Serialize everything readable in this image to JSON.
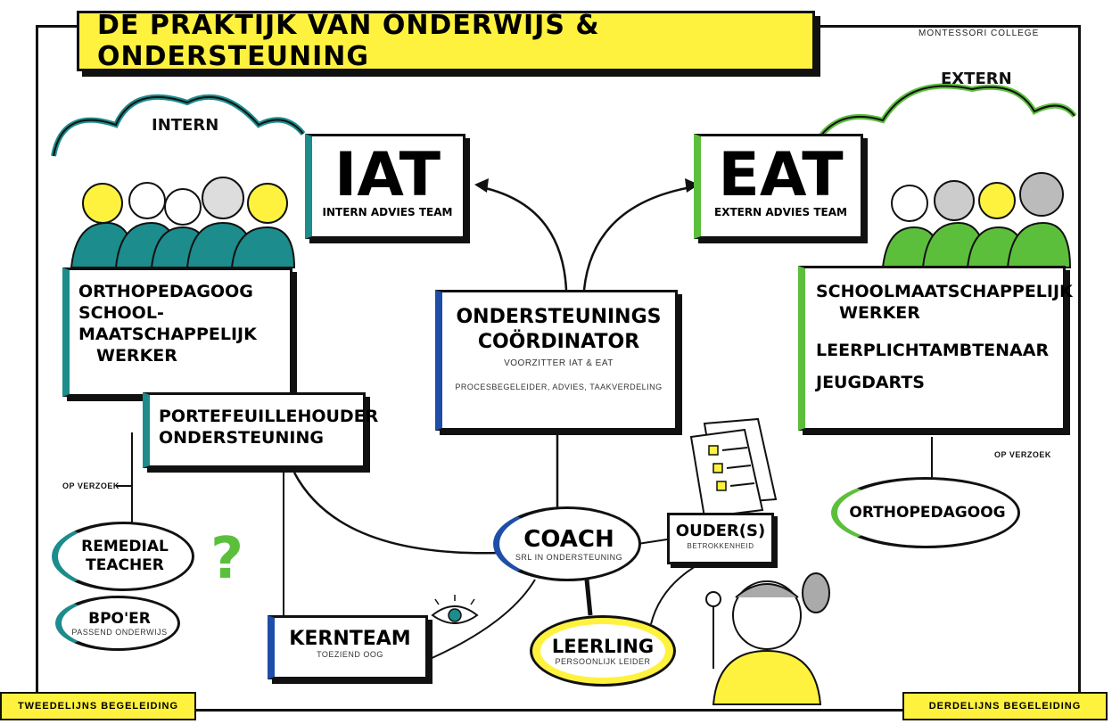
{
  "title": "DE PRAKTIJK VAN ONDERWIJS & ONDERSTEUNING",
  "brand": "MONTESSORI COLLEGE",
  "intern": {
    "label": "INTERN",
    "team_acronym": "IAT",
    "team_name": "INTERN ADVIES TEAM",
    "roles": [
      "ORTHOPEDAGOOG",
      "SCHOOL-",
      "MAATSCHAPPELIJK",
      "WERKER"
    ],
    "portfolio": [
      "PORTEFEUILLEHOUDER",
      "ONDERSTEUNING"
    ],
    "on_request": "OP VERZOEK",
    "remedial": [
      "REMEDIAL",
      "TEACHER"
    ],
    "bpo": "BPO'ER",
    "bpo_sub": "PASSEND ONDERWIJS",
    "question_mark": "?"
  },
  "extern": {
    "label": "EXTERN",
    "team_acronym": "EAT",
    "team_name": "EXTERN ADVIES TEAM",
    "roles": [
      "SCHOOLMAATSCHAPPELIJK",
      "WERKER",
      "LEERPLICHTAMBTENAAR",
      "JEUGDARTS"
    ],
    "on_request": "OP VERZOEK",
    "orthopedagoog": "ORTHOPEDAGOOG"
  },
  "coordinator": {
    "title_1": "ONDERSTEUNINGS",
    "title_2": "COÖRDINATOR",
    "subtitle": "VOORZITTER IAT & EAT",
    "tasks": "PROCESBEGELEIDER, ADVIES, TAAKVERDELING"
  },
  "coach": {
    "label": "COACH",
    "sub": "SRL IN ONDERSTEUNING"
  },
  "parents": {
    "label": "OUDER(S)",
    "sub": "BETROKKENHEID"
  },
  "kernteam": {
    "label": "KERNTEAM",
    "sub": "TOEZIEND OOG"
  },
  "leerling": {
    "label": "LEERLING",
    "sub": "PERSOONLIJK LEIDER"
  },
  "footer": {
    "left": "TWEEDELIJNS BEGELEIDING",
    "right": "DERDELIJNS BEGELEIDING"
  },
  "colors": {
    "teal": "#1c8c8c",
    "green": "#5cbf3c",
    "blue": "#1f4ea8",
    "yellow": "#fff23f",
    "ink": "#111111"
  }
}
